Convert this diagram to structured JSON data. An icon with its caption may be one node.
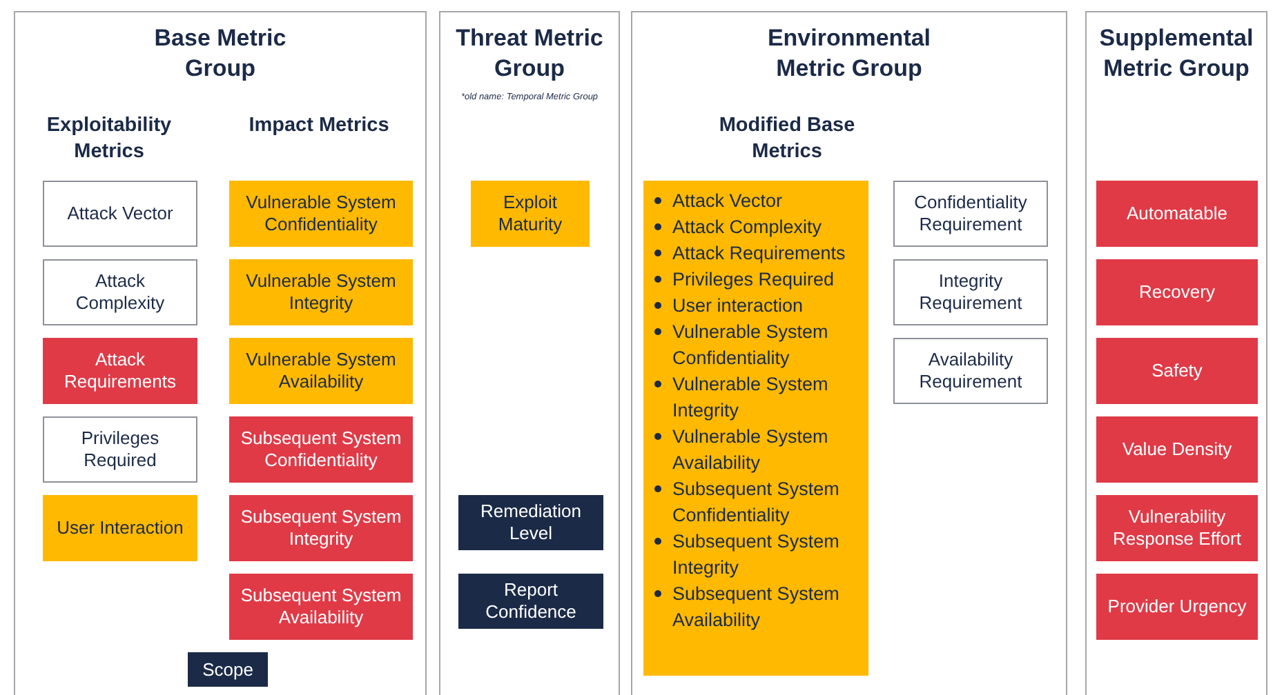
{
  "diagram": {
    "nodes": [
      {
        "text": [
          "Base Metric Group"
        ]
      },
      {
        "text": [
          "Attack Vector"
        ],
        "in": 0
      },
      {
        "text": [
          "Attack Complexity"
        ],
        "in": 0
      },
      {
        "text": [
          "Attack Requirements"
        ],
        "in": 0
      },
      {
        "text": [
          "Privileges Required"
        ],
        "in": 0
      },
      {
        "text": [
          "User Interaction"
        ],
        "in": 0
      },
      {
        "text": [
          "Vulnerable System Confidentiality"
        ],
        "in": 0
      },
      {
        "text": [
          "Vulnerable System Integrity"
        ],
        "in": 0
      },
      {
        "text": [
          "Vulnerable System Availability"
        ],
        "in": 0
      },
      {
        "text": [
          "Subsequent System Confidentiality"
        ],
        "in": 0
      },
      {
        "text": [
          "Subsequent System Integrity"
        ],
        "in": 0
      },
      {
        "text": [
          "Subsequent System Availability"
        ],
        "in": 0
      },
      {
        "text": [
          "Scope"
        ],
        "in": 0
      },
      {
        "text": [
          "Threat Metric Group",
          "*old name: Temporal Metric Group"
        ]
      },
      {
        "text": [
          "Exploit Maturity"
        ],
        "in": 13
      },
      {
        "text": [
          "Remediation Level"
        ],
        "in": 13
      },
      {
        "text": [
          "Report Confidence"
        ],
        "in": 13
      },
      {
        "text": [
          "Environmental Metric Group"
        ]
      },
      {
        "text": [
          "Attack Vector",
          "Attack Complexity",
          "Attack Requirements",
          "Privileges Required",
          "User interaction",
          "Vulnerable System Confidentiality",
          "Vulnerable System Integrity",
          "Vulnerable System Availability",
          "Subsequent System Confidentiality",
          "Subsequent System Integrity",
          "Subsequent System Availability"
        ],
        "in": 17
      },
      {
        "text": [
          "Confidentiality Requirement"
        ],
        "in": 17
      },
      {
        "text": [
          "Integrity Requirement"
        ],
        "in": 17
      },
      {
        "text": [
          "Availability Requirement"
        ],
        "in": 17
      },
      {
        "text": [
          "Supplemental Metric Group"
        ]
      },
      {
        "text": [
          "Automatable"
        ],
        "in": 22
      },
      {
        "text": [
          "Recovery"
        ],
        "in": 22
      },
      {
        "text": [
          "Safety"
        ],
        "in": 22
      },
      {
        "text": [
          "Value Density"
        ],
        "in": 22
      },
      {
        "text": [
          "Vulnerability Response Effort"
        ],
        "in": 22
      },
      {
        "text": [
          "Provider Urgency"
        ],
        "in": 22
      }
    ],
    "labels": [
      "Exploitability Metrics",
      "Impact Metrics",
      "Modified Base Metrics"
    ]
  }
}
